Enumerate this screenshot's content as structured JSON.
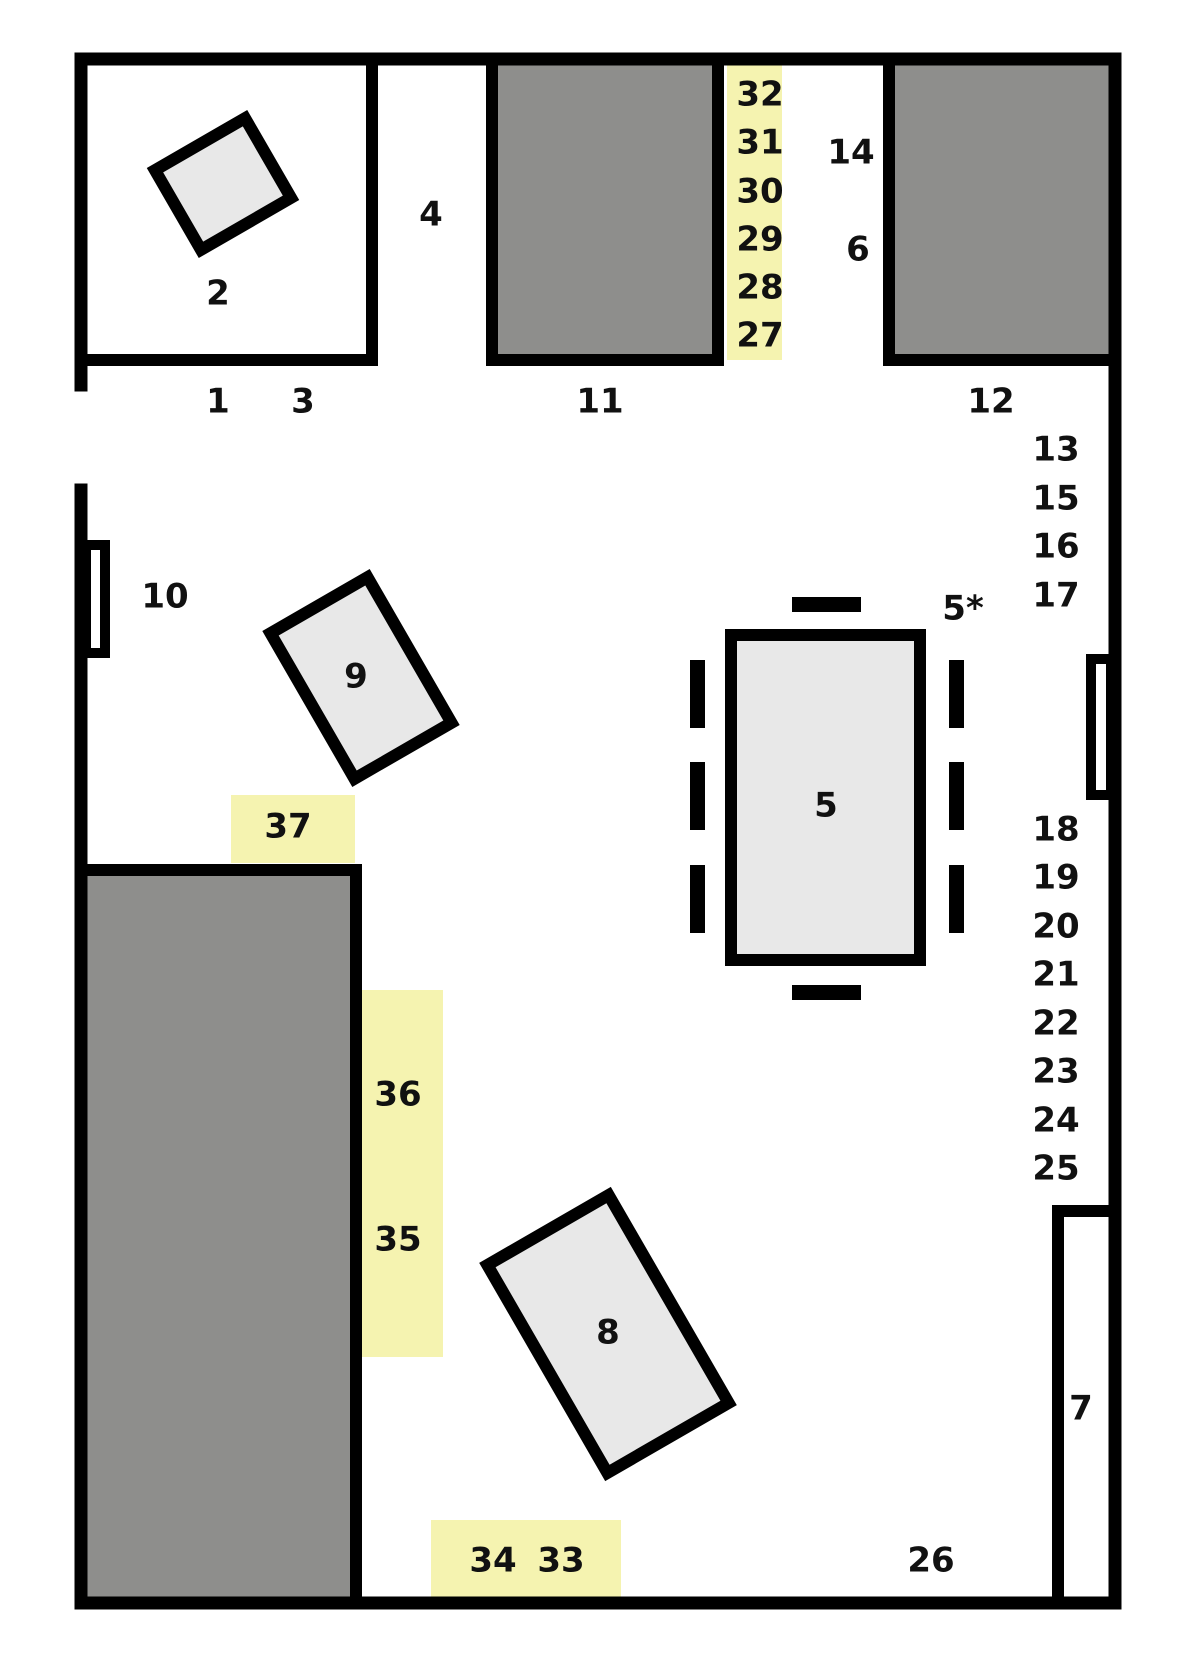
{
  "colors": {
    "wall": "#000000",
    "room_fill": "#8e8e8c",
    "furniture_fill": "#e8e8e8",
    "highlight": "#f5f3b0",
    "background": "#ffffff"
  },
  "labels": {
    "l1": "1",
    "l2": "2",
    "l3": "3",
    "l4": "4",
    "l5": "5",
    "l5star": "5*",
    "l6": "6",
    "l7": "7",
    "l8": "8",
    "l9": "9",
    "l10": "10",
    "l11": "11",
    "l12": "12",
    "l13": "13",
    "l14": "14",
    "l15": "15",
    "l16": "16",
    "l17": "17",
    "l18": "18",
    "l19": "19",
    "l20": "20",
    "l21": "21",
    "l22": "22",
    "l23": "23",
    "l24": "24",
    "l25": "25",
    "l26": "26",
    "l27": "27",
    "l28": "28",
    "l29": "29",
    "l30": "30",
    "l31": "31",
    "l32": "32",
    "l33": "33",
    "l34": "34",
    "l35": "35",
    "l36": "36",
    "l37": "37"
  }
}
